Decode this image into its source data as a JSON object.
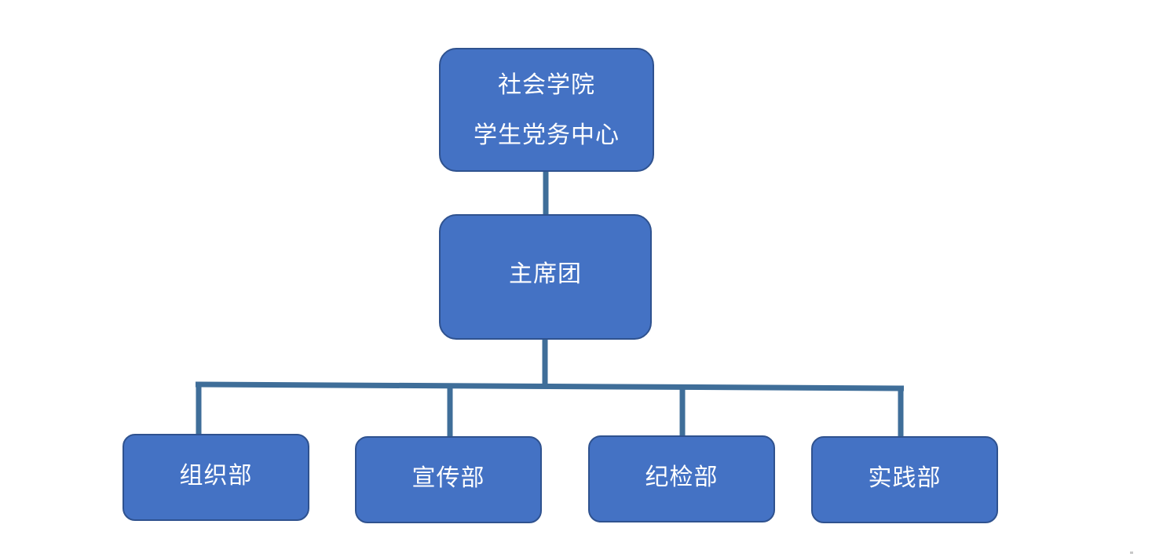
{
  "colors": {
    "node_fill": "#4472C4",
    "node_border": "#2F528F",
    "connector": "#3F6E99",
    "text": "#FFFFFF"
  },
  "org_chart": {
    "root": {
      "lines": [
        "社会学院",
        "学生党务中心"
      ]
    },
    "level2": {
      "label": "主席团"
    },
    "departments": [
      {
        "label": "组织部"
      },
      {
        "label": "宣传部"
      },
      {
        "label": "纪检部"
      },
      {
        "label": "实践部"
      }
    ]
  }
}
